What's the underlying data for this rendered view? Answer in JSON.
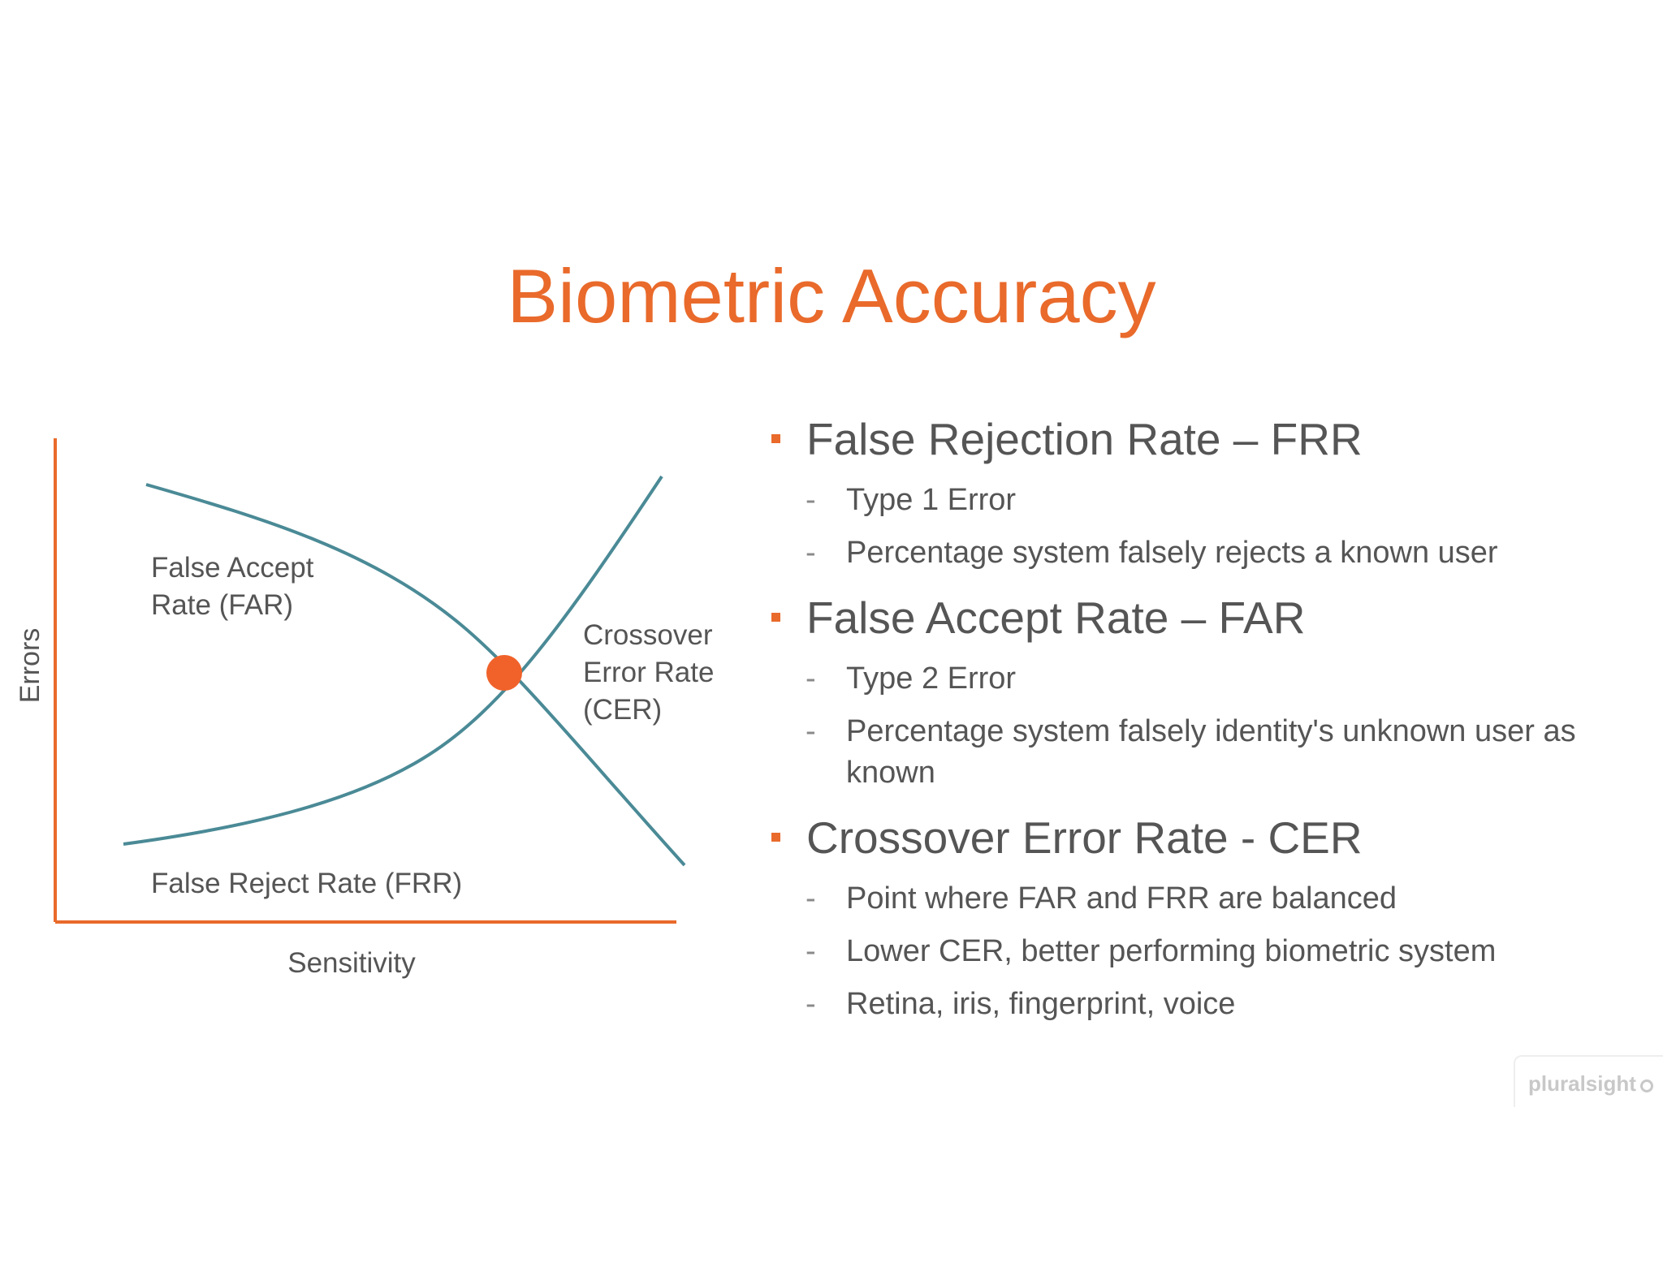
{
  "title": "Biometric Accuracy",
  "diagram": {
    "y_axis_label": "Errors",
    "x_axis_label": "Sensitivity",
    "far_label_line1": "False Accept",
    "far_label_line2": "Rate (FAR)",
    "frr_label": "False Reject Rate (FRR)",
    "cer_label_line1": "Crossover",
    "cer_label_line2": "Error Rate",
    "cer_label_line3": "(CER)",
    "axis_color": "#e96a2b",
    "curve_color": "#4a8a96",
    "point_color": "#f0622a"
  },
  "bullets": [
    {
      "heading": "False Rejection Rate – FRR",
      "subs": [
        "Type 1 Error",
        "Percentage system falsely rejects a known user"
      ]
    },
    {
      "heading": "False Accept Rate – FAR",
      "subs": [
        "Type 2 Error",
        "Percentage system falsely identity's unknown user as known"
      ]
    },
    {
      "heading": "Crossover Error Rate - CER",
      "subs": [
        "Point where FAR and FRR are balanced",
        "Lower CER, better performing biometric system",
        "Retina, iris, fingerprint, voice"
      ]
    }
  ],
  "brand": "pluralsight"
}
